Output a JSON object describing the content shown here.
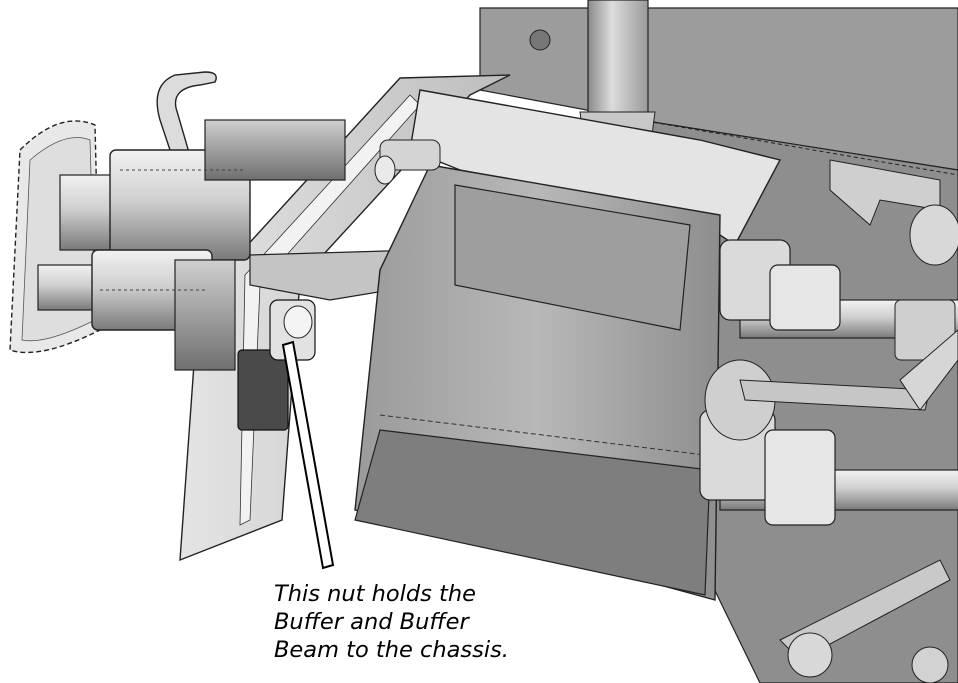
{
  "caption": {
    "lines": [
      "This nut holds the",
      "Buffer and Buffer",
      "Beam to the chassis."
    ]
  },
  "colors": {
    "background": "#ffffff",
    "metal_light": "#e6e6e6",
    "metal_mid": "#b4b4b4",
    "metal_dark": "#6e6e6e",
    "outline": "#1a1a1a",
    "text": "#000000"
  }
}
